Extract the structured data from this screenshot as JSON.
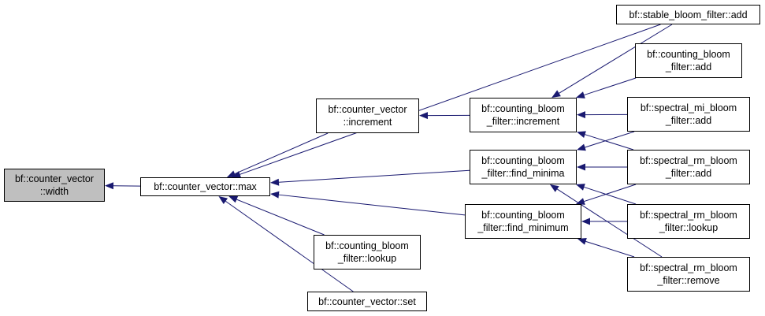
{
  "colors": {
    "edge": "#191970",
    "root_fill": "#bfbfbf",
    "node_fill": "#ffffff",
    "border": "#000000"
  },
  "nodes": [
    {
      "id": "width",
      "lines": [
        "bf::counter_vector",
        "::width"
      ],
      "root": true
    },
    {
      "id": "max",
      "lines": [
        "bf::counter_vector::max"
      ]
    },
    {
      "id": "cv_inc",
      "lines": [
        "bf::counter_vector",
        "::increment"
      ]
    },
    {
      "id": "cb_lookup",
      "lines": [
        "bf::counting_bloom",
        "_filter::lookup"
      ]
    },
    {
      "id": "cv_set",
      "lines": [
        "bf::counter_vector::set"
      ]
    },
    {
      "id": "cb_inc",
      "lines": [
        "bf::counting_bloom",
        "_filter::increment"
      ]
    },
    {
      "id": "cb_minima",
      "lines": [
        "bf::counting_bloom",
        "_filter::find_minima"
      ]
    },
    {
      "id": "cb_minimum",
      "lines": [
        "bf::counting_bloom",
        "_filter::find_minimum"
      ]
    },
    {
      "id": "stable_add",
      "lines": [
        "bf::stable_bloom_filter::add"
      ]
    },
    {
      "id": "cb_add",
      "lines": [
        "bf::counting_bloom",
        "_filter::add"
      ]
    },
    {
      "id": "smi_add",
      "lines": [
        "bf::spectral_mi_bloom",
        "_filter::add"
      ]
    },
    {
      "id": "srm_add",
      "lines": [
        "bf::spectral_rm_bloom",
        "_filter::add"
      ]
    },
    {
      "id": "srm_lookup",
      "lines": [
        "bf::spectral_rm_bloom",
        "_filter::lookup"
      ]
    },
    {
      "id": "srm_remove",
      "lines": [
        "bf::spectral_rm_bloom",
        "_filter::remove"
      ]
    }
  ],
  "edges": [
    [
      "max",
      "width"
    ],
    [
      "cv_inc",
      "max"
    ],
    [
      "cb_lookup",
      "max"
    ],
    [
      "cv_set",
      "max"
    ],
    [
      "cb_minima",
      "max"
    ],
    [
      "cb_minimum",
      "max"
    ],
    [
      "stable_add",
      "max"
    ],
    [
      "cb_inc",
      "cv_inc"
    ],
    [
      "stable_add",
      "cb_inc"
    ],
    [
      "cb_add",
      "cb_inc"
    ],
    [
      "smi_add",
      "cb_inc"
    ],
    [
      "srm_add",
      "cb_inc"
    ],
    [
      "smi_add",
      "cb_minima"
    ],
    [
      "srm_add",
      "cb_minima"
    ],
    [
      "srm_lookup",
      "cb_minima"
    ],
    [
      "srm_remove",
      "cb_minima"
    ],
    [
      "srm_add",
      "cb_minimum"
    ],
    [
      "srm_lookup",
      "cb_minimum"
    ],
    [
      "srm_remove",
      "cb_minimum"
    ]
  ]
}
